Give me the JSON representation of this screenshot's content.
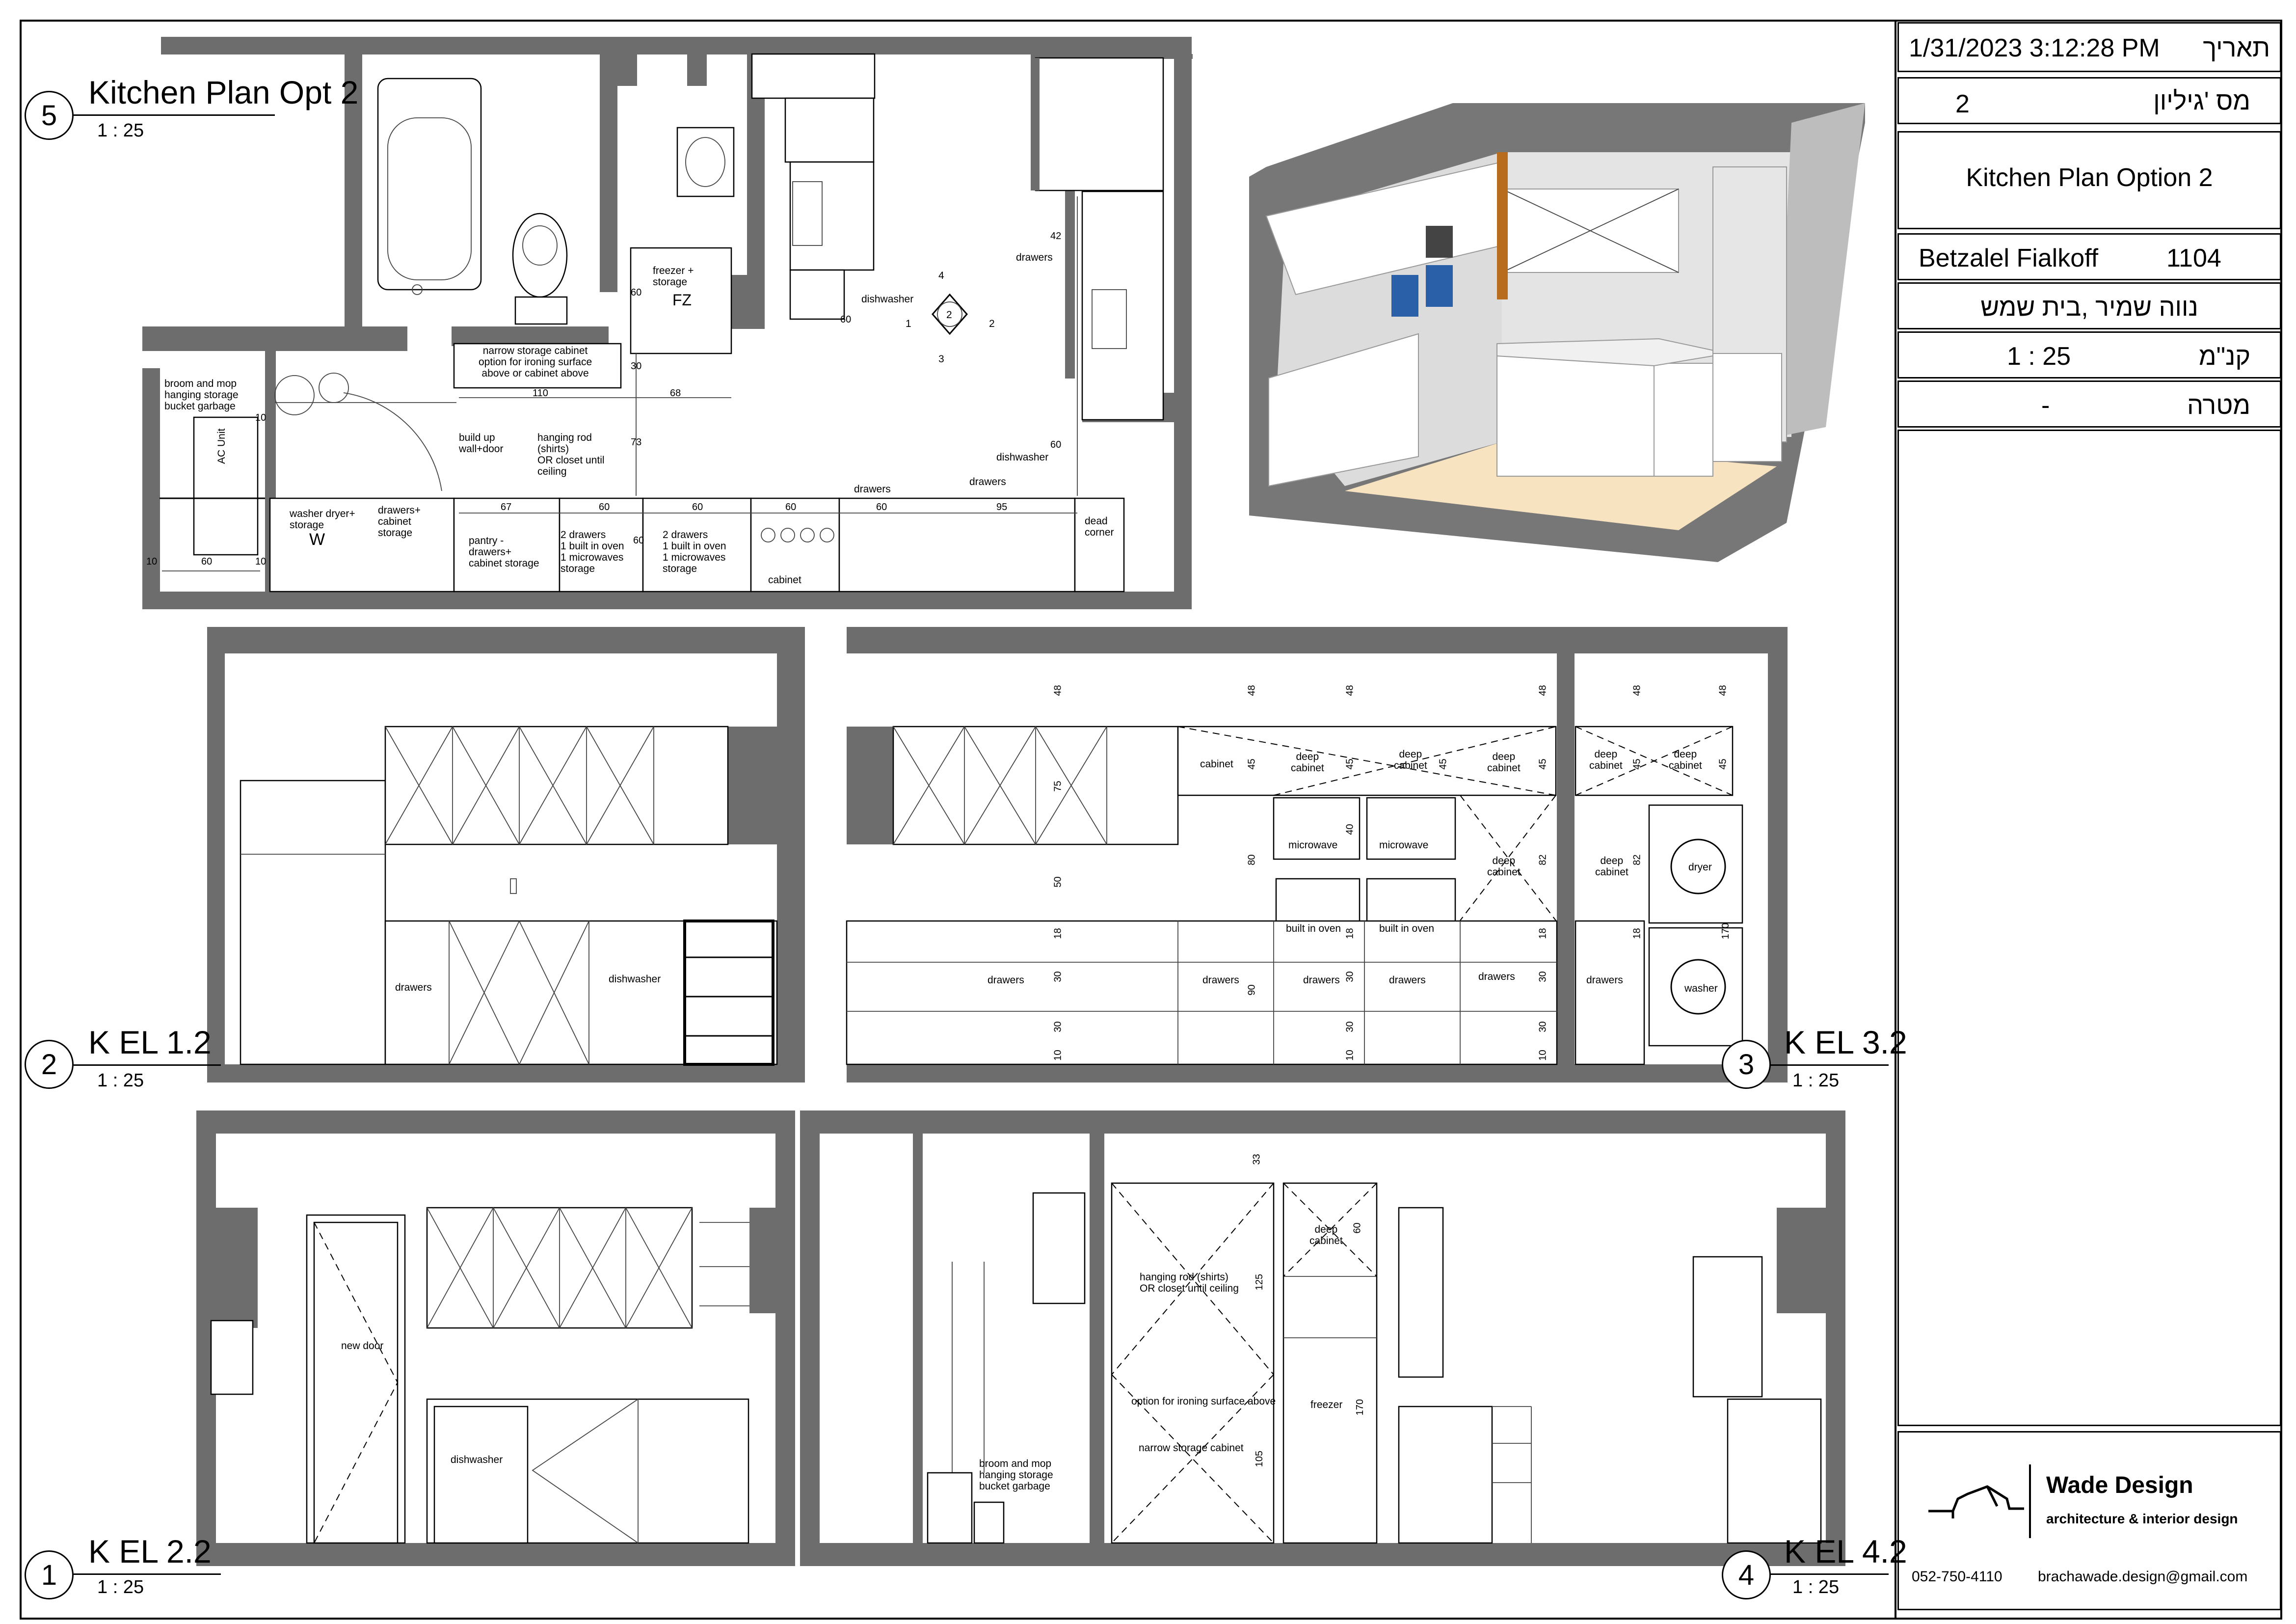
{
  "title_block": {
    "date_value": "1/31/2023 3:12:28 PM",
    "date_label": "תאריך",
    "sheet_no_label": "מס 'גיליון",
    "sheet_no_value": "2",
    "sheet_title": "Kitchen Plan Option 2",
    "client_name": "Betzalel Fialkoff",
    "client_number": "1104",
    "address": "נווה שמיר ,בית שמש",
    "scale_label": "קנ\"מ",
    "scale_value": "1 : 25",
    "purpose_label": "מטרה",
    "purpose_value": "-",
    "company_name": "Wade Design",
    "company_tagline": "architecture & interior design",
    "phone": "052-750-4110",
    "email": "brachawade.design@gmail.com"
  },
  "views": {
    "plan": {
      "number": "5",
      "title": "Kitchen Plan Opt 2",
      "scale": "1 : 25"
    },
    "kel12": {
      "number": "2",
      "title": "K EL 1.2",
      "scale": "1 : 25"
    },
    "kel32": {
      "number": "3",
      "title": "K EL 3.2",
      "scale": "1 : 25"
    },
    "kel22": {
      "number": "1",
      "title": "K EL 2.2",
      "scale": "1 : 25"
    },
    "kel42": {
      "number": "4",
      "title": "K EL 4.2",
      "scale": "1 : 25"
    }
  },
  "plan_labels": {
    "broom": "broom and mop\nhanging storage\nbucket garbage",
    "ac_unit": "AC Unit",
    "washer_dryer": "washer dryer+\nstorage",
    "w": "W",
    "drawers_cabinet": "drawers+\ncabinet\nstorage",
    "narrow": "narrow storage cabinet\noption for ironing surface\nabove or cabinet above",
    "build_up": "build up\nwall+door",
    "hanging_rod": "hanging rod\n(shirts)\nOR closet until\nceiling",
    "freezer": "freezer +\nstorage",
    "fz": "FZ",
    "pantry": "pantry -\ndrawers+\ncabinet storage",
    "two_drawers_a": "2 drawers\n1 built in oven\n1 microwaves\nstorage",
    "two_drawers_b": "2 drawers\n1 built in oven\n1 microwaves\nstorage",
    "cabinet": "cabinet",
    "dishwasher_center": "dishwasher",
    "drawers_right_top": "drawers",
    "dishwasher_right": "dishwasher",
    "drawers_r2": "drawers",
    "drawers_r3": "drawers",
    "dead_corner": "dead\ncorner",
    "ref_1": "1",
    "ref_2": "2",
    "ref_3": "3",
    "ref_4": "4",
    "ref_c": "2",
    "d10a": "10",
    "d60a": "60",
    "d10b": "10",
    "d10c": "10",
    "d110": "110",
    "d68": "68",
    "d73": "73",
    "d30": "30",
    "d60c": "60",
    "d67": "67",
    "d60d": "60",
    "d60e": "60",
    "d60f": "60",
    "d60g": "60",
    "d95": "95",
    "d42": "42",
    "d60h": "60",
    "d60i": "60",
    "d60j": "60"
  },
  "kel12_labels": {
    "drawers": "drawers",
    "dishwasher": "dishwasher"
  },
  "kel32_labels": {
    "cabinet": "cabinet",
    "deep1": "deep\ncabinet",
    "deep2": "deep\ncabinet",
    "deep3": "deep\ncabinet",
    "deep4": "deep\ncabinet",
    "deep5": "deep\ncabinet",
    "deep6": "deep\ncabinet",
    "deep7": "deep\ncabinet",
    "microwave1": "microwave",
    "microwave2": "microwave",
    "oven1": "built in oven",
    "oven2": "built in oven",
    "drawers1": "drawers",
    "drawers2": "drawers",
    "drawers3": "drawers",
    "drawers4": "drawers",
    "drawers5": "drawers",
    "drawers6": "drawers",
    "dryer": "dryer",
    "washer": "washer",
    "d48a": "48",
    "d48b": "48",
    "d48c": "48",
    "d48d": "48",
    "d48e": "48",
    "d48f": "48",
    "d75": "75",
    "d45a": "45",
    "d45b": "45",
    "d45c": "45",
    "d45d": "45",
    "d45e": "45",
    "d45f": "45",
    "d80": "80",
    "d40": "40",
    "d82a": "82",
    "d82b": "82",
    "d50": "50",
    "d170": "170",
    "d18a": "18",
    "d18b": "18",
    "d18c": "18",
    "d18d": "18",
    "d30a": "30",
    "d30b": "30",
    "d30c": "30",
    "d30d": "30",
    "d30e": "30",
    "d30f": "30",
    "d90": "90",
    "d10a": "10",
    "d10b": "10",
    "d10c": "10"
  },
  "kel22_labels": {
    "new_door": "new door",
    "dishwasher": "dishwasher"
  },
  "kel42_labels": {
    "hanging_rod": "hanging rod (shirts)\nOR closet until ceiling",
    "ironing": "option for ironing surface above",
    "narrow": "narrow storage cabinet",
    "broom": "broom and mop\nhanging storage\nbucket garbage",
    "deep": "deep\ncabinet",
    "freezer": "freezer",
    "d33": "33",
    "d125": "125",
    "d105": "105",
    "d60": "60",
    "d170": "170"
  }
}
